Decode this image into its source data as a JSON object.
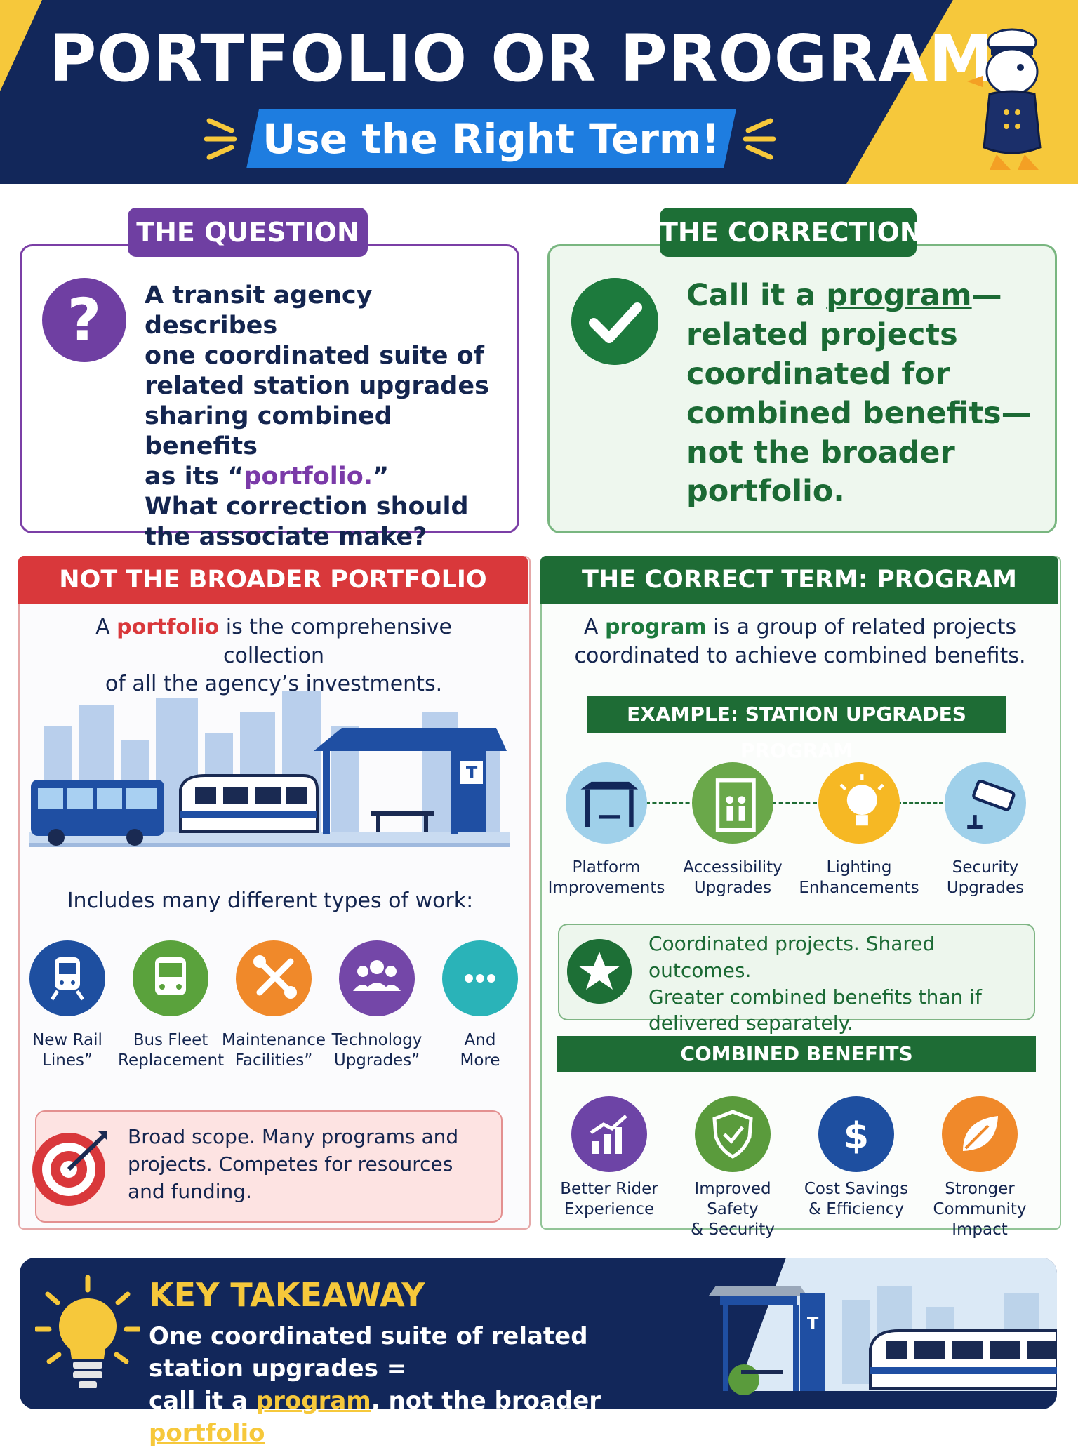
{
  "header": {
    "title": "PORTFOLIO OR PROGRAM?",
    "subtitle": "Use the Right Term!"
  },
  "question": {
    "tab": "THE QUESTION",
    "icon": "question-mark-icon",
    "line1": "A transit agency describes",
    "line2": "one coordinated suite of",
    "line3": "related station upgrades",
    "line4": "sharing combined benefits",
    "line5_pre": "as its “",
    "line5_hl": "portfolio.",
    "line5_post": "”",
    "line6": "What correction should",
    "line7": "the associate make?"
  },
  "correction": {
    "tab": "THE CORRECTION",
    "icon": "checkmark-icon",
    "pre": "Call it a ",
    "term": "program",
    "post1": "—",
    "line2": "related projects",
    "line3": "coordinated for",
    "line4": "combined benefits—",
    "line5": "not the broader",
    "line6": "portfolio."
  },
  "portfolio_panel": {
    "heading": "NOT THE BROADER PORTFOLIO",
    "def_pre": "A ",
    "def_term": "portfolio",
    "def_line1_post": " is the comprehensive collection",
    "def_line2": "of all the agency’s investments.",
    "includes": "Includes many different types of work:",
    "items": [
      {
        "l1": "New Rail",
        "l2": "Lines”",
        "icon": "train-icon",
        "color": "#1e4fa0"
      },
      {
        "l1": "Bus Fleet",
        "l2": "Replacement",
        "icon": "bus-icon",
        "color": "#5aa23c"
      },
      {
        "l1": "Maintenance",
        "l2": "Facilities”",
        "icon": "tools-icon",
        "color": "#f0892a"
      },
      {
        "l1": "Technology",
        "l2": "Upgrades”",
        "icon": "people-icon",
        "color": "#7447a8"
      },
      {
        "l1": "And",
        "l2": "More",
        "icon": "more-icon",
        "color": "#2ab3b8"
      }
    ],
    "note_l1": "Broad scope. Many programs and",
    "note_l2": "projects. Competes for resources",
    "note_l3": "and funding."
  },
  "program_panel": {
    "heading": "THE CORRECT TERM: PROGRAM",
    "def_pre": "A ",
    "def_term": "program",
    "def_line1_post": " is a group of related projects",
    "def_line2": "coordinated to achieve combined benefits.",
    "example": "EXAMPLE: STATION UPGRADES PROGRAM",
    "projects": [
      {
        "l1": "Platform",
        "l2": "Improvements",
        "icon": "shelter-icon",
        "color": "#9fd0ea"
      },
      {
        "l1": "Accessibility",
        "l2": "Upgrades",
        "icon": "elevator-icon",
        "color": "#6aa84a"
      },
      {
        "l1": "Lighting",
        "l2": "Enhancements",
        "icon": "lightbulb-icon",
        "color": "#f6b824"
      },
      {
        "l1": "Security",
        "l2": "Upgrades",
        "icon": "camera-icon",
        "color": "#9fd0ea"
      }
    ],
    "coord_l1": "Coordinated projects. Shared outcomes.",
    "coord_l2": "Greater combined benefits than if",
    "coord_l3": "delivered separately.",
    "benefits_heading": "COMBINED BENEFITS",
    "benefits": [
      {
        "l1": "Better Rider",
        "l2": "Experience",
        "icon": "chart-up-icon",
        "color": "#6d44a6"
      },
      {
        "l1": "Improved Safety",
        "l2": "& Security",
        "icon": "shield-icon",
        "color": "#5a9b3c"
      },
      {
        "l1": "Cost Savings",
        "l2": "& Efficiency",
        "icon": "dollar-icon",
        "color": "#1e4fa0"
      },
      {
        "l1": "Stronger",
        "l2": "Community Impact",
        "icon": "leaf-icon",
        "color": "#f0892a"
      }
    ]
  },
  "takeaway": {
    "title": "KEY TAKEAWAY",
    "line1": "One coordinated suite of related station upgrades =",
    "line2_pre": "call it a ",
    "line2_t1": "program",
    "line2_mid": ", not the broader ",
    "line2_t2": "portfolio",
    "line2_post": "."
  },
  "colors": {
    "navy": "#12275a",
    "yellow": "#f6c83b",
    "purple": "#6f3fa2",
    "green": "#1e6c35",
    "red": "#d9383b"
  }
}
